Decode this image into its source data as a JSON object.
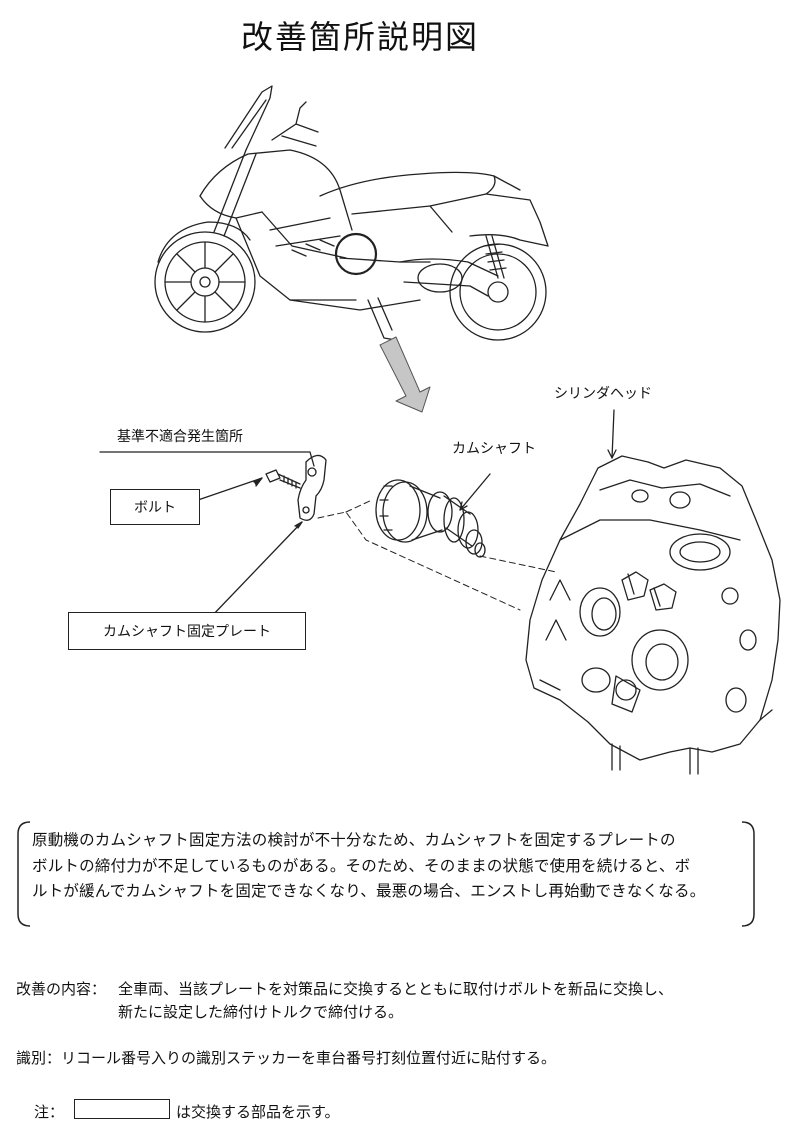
{
  "title": "改善箇所説明図",
  "labels": {
    "nonconformity": "基準不適合発生箇所",
    "bolt": "ボルト",
    "camshaft": "カムシャフト",
    "cylinder_head": "シリンダヘッド",
    "plate": "カムシャフト固定プレート"
  },
  "description": [
    "原動機のカムシャフト固定方法の検討が不十分なため、カムシャフトを固定するプレートの",
    "ボルトの締付力が不足しているものがある。そのため、そのままの状態で使用を続けると、ボ",
    "ルトが緩んでカムシャフトを固定できなくなり、最悪の場合、エンストし再始動できなくなる。"
  ],
  "improvement": {
    "heading": "改善の内容：",
    "line1": "全車両、当該プレートを対策品に交換するとともに取付けボルトを新品に交換し、",
    "line2": "新たに設定した締付けトルクで締付ける。"
  },
  "identification": "識別：リコール番号入りの識別ステッカーを車台番号打刻位置付近に貼付する。",
  "note": {
    "prefix": "注：",
    "suffix": "は交換する部品を示す。"
  }
}
